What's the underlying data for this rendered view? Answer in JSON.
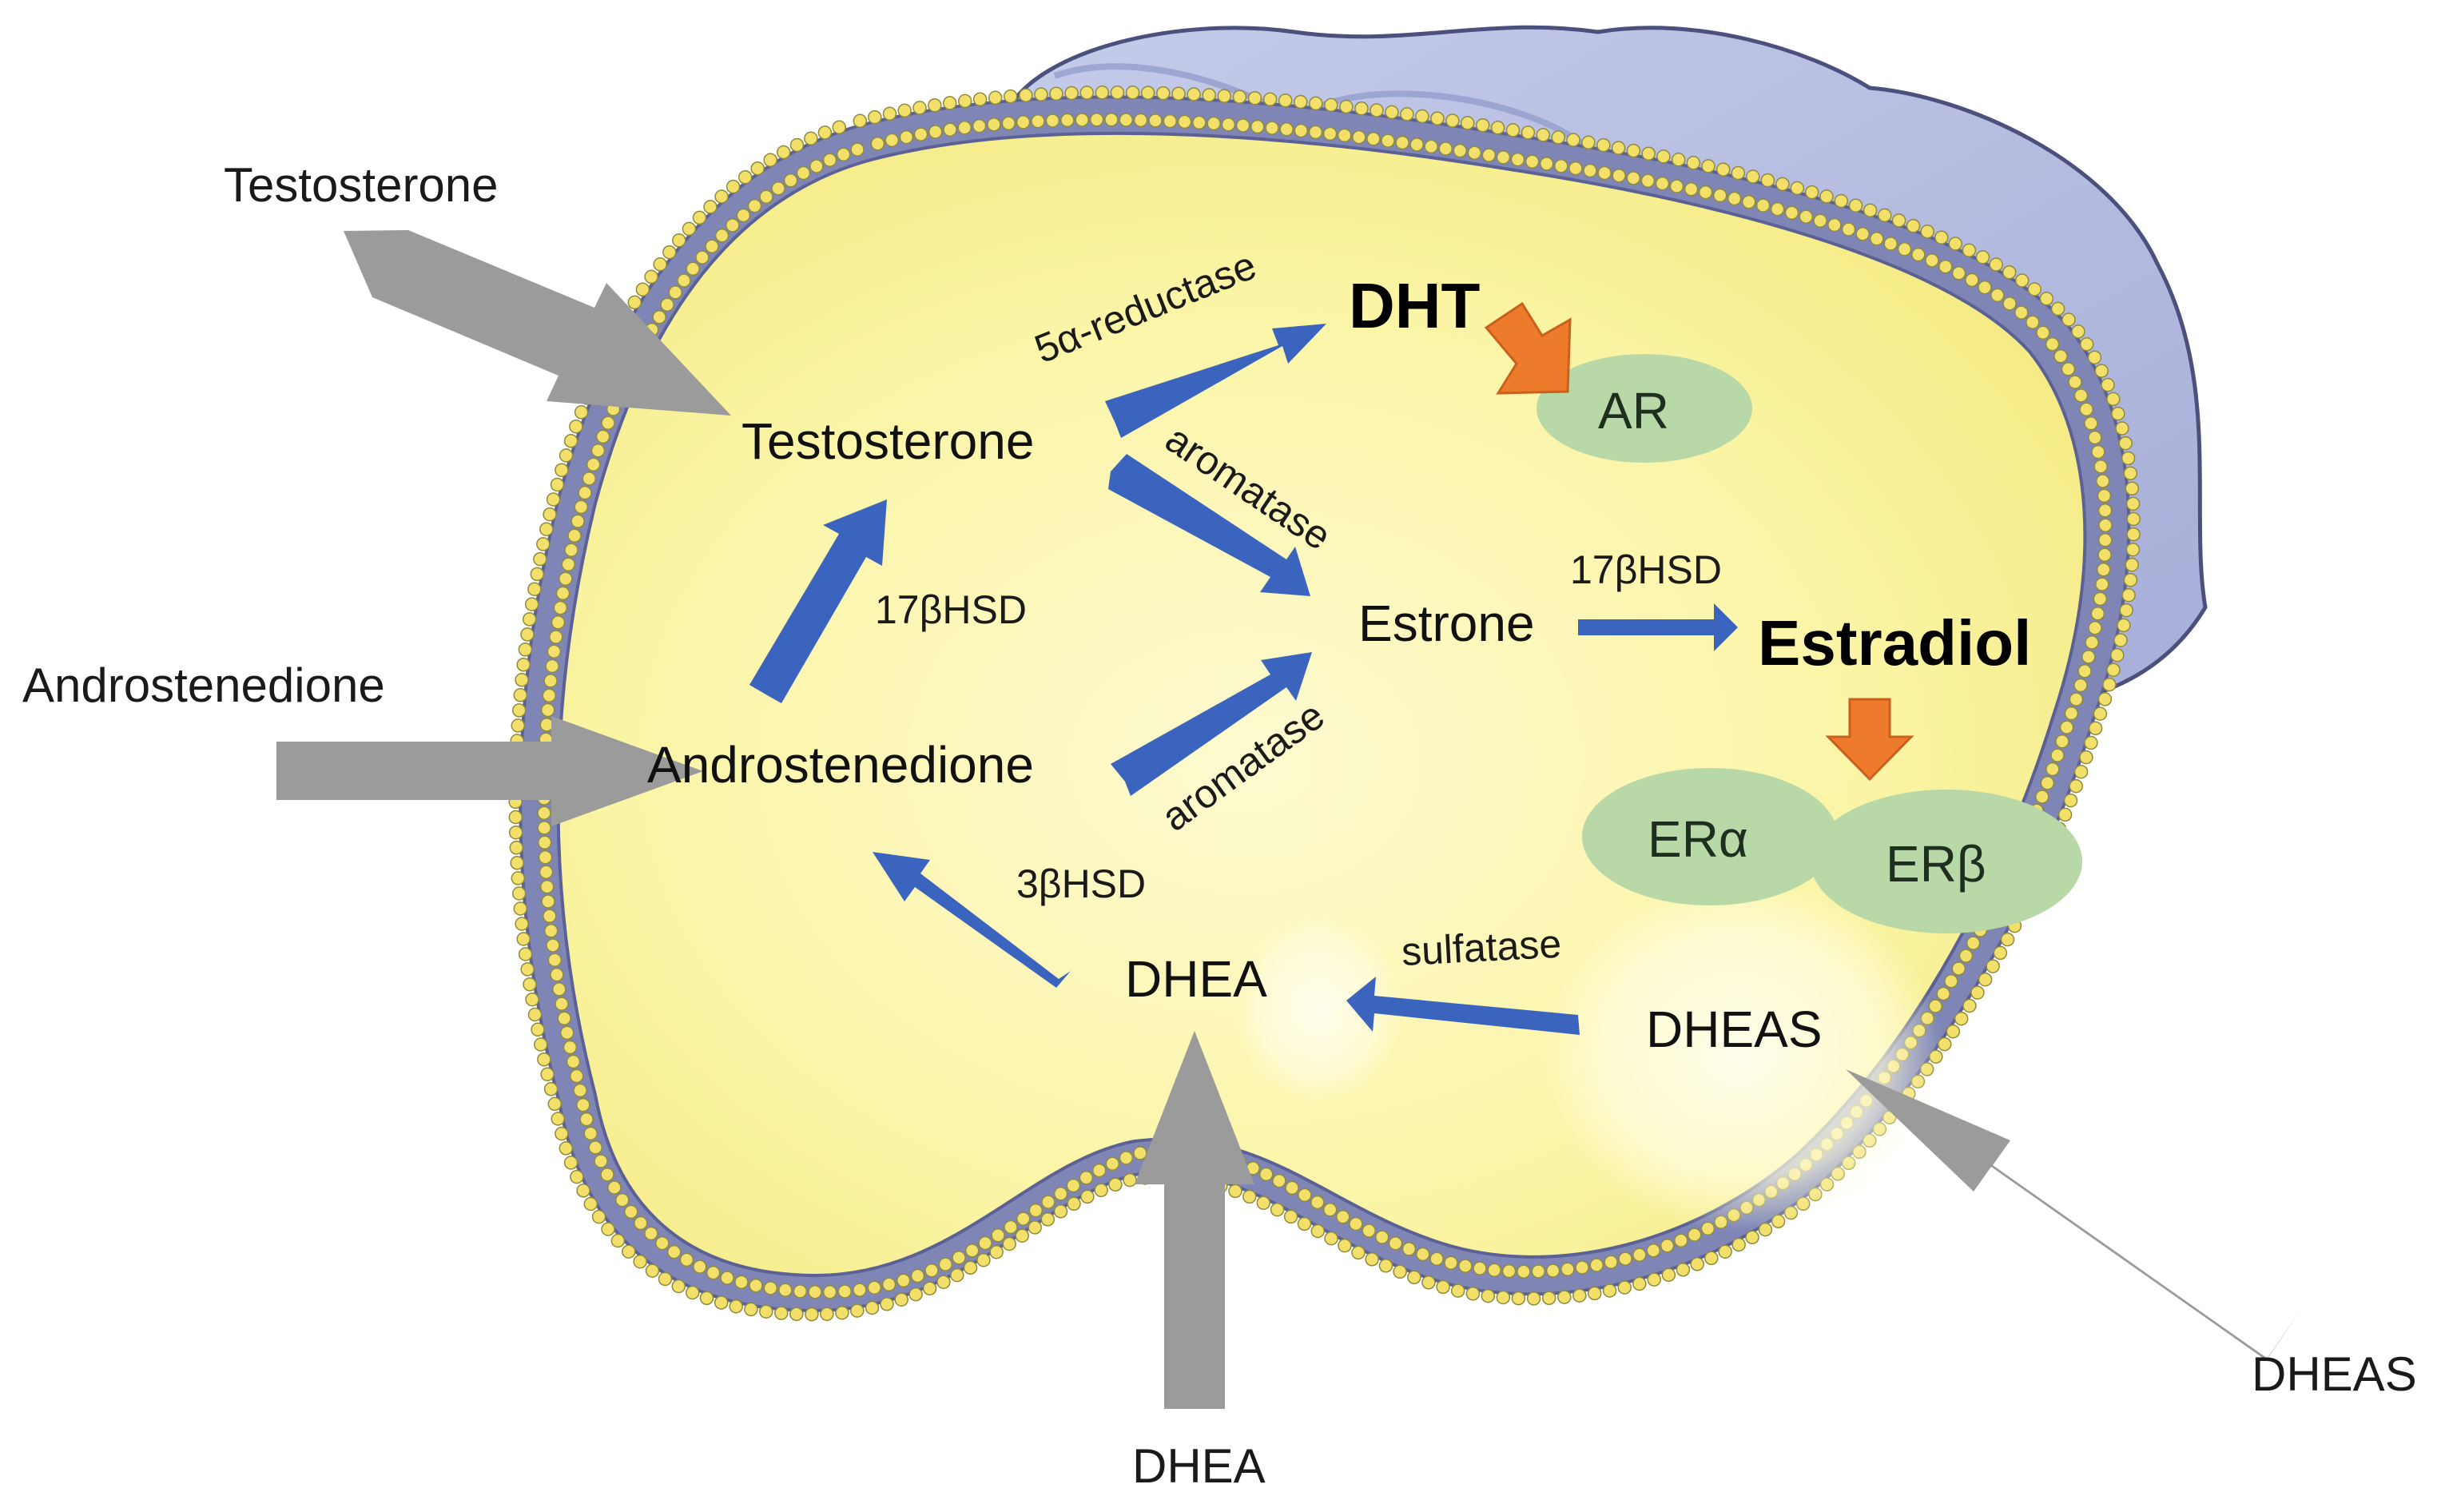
{
  "external_labels": {
    "testosterone": "Testosterone",
    "androstenedione": "Androstenedione",
    "dhea": "DHEA",
    "dheas": "DHEAS"
  },
  "intracellular_labels": {
    "testosterone": "Testosterone",
    "androstenedione": "Androstenedione",
    "estrone": "Estrone",
    "dhea": "DHEA",
    "dheas": "DHEAS",
    "dht": "DHT",
    "estradiol": "Estradiol"
  },
  "enzyme_labels": {
    "five_alpha_reductase": "5α-reductase",
    "aromatase_upper": "aromatase",
    "aromatase_lower": "aromatase",
    "hsd17b_left": "17βHSD",
    "hsd17b_right": "17βHSD",
    "hsd3b": "3βHSD",
    "sulfatase": "sulfatase"
  },
  "receptor_labels": {
    "ar": "AR",
    "er_alpha": "ERα",
    "er_beta": "ERβ"
  },
  "colors": {
    "cytoplasm": "#fbf5a8",
    "membrane_band": "#7f86b6",
    "membrane_beads": "#f2e06a",
    "outer_tissue": "#b8bfe2",
    "pathway_arrow": "#3b64bf",
    "uptake_arrow": "#9b9b9b",
    "binding_arrow": "#ee7a2b",
    "receptor": "#b9d8a7"
  }
}
